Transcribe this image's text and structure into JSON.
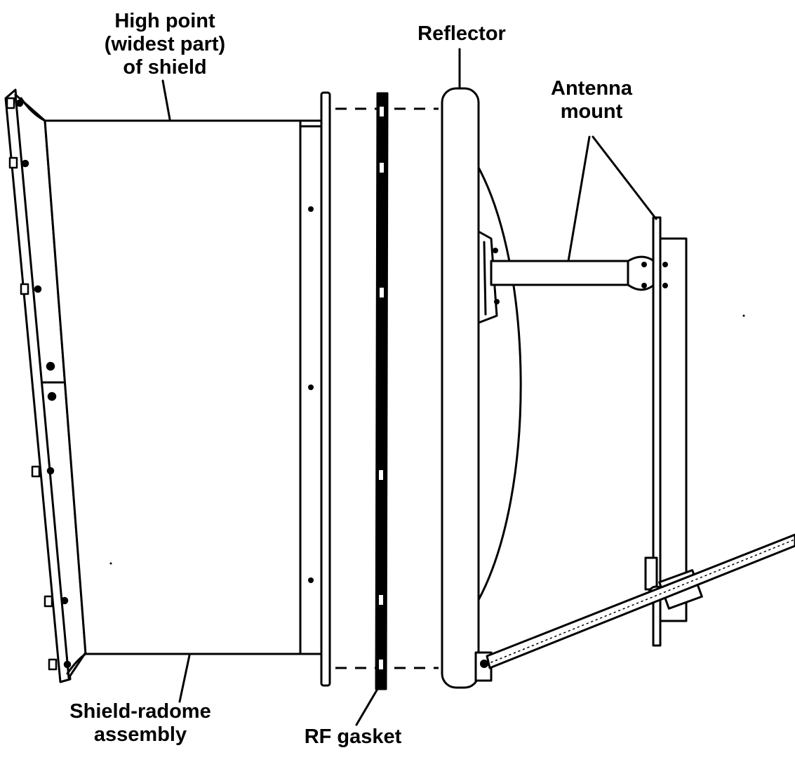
{
  "labels": {
    "high_point": [
      "High point",
      "(widest part)",
      "of shield"
    ],
    "reflector": "Reflector",
    "antenna_mount": [
      "Antenna",
      "mount"
    ],
    "shield_radome": [
      "Shield-radome",
      "assembly"
    ],
    "rf_gasket": "RF gasket"
  },
  "colors": {
    "ink": "#000000",
    "paper": "#ffffff"
  }
}
